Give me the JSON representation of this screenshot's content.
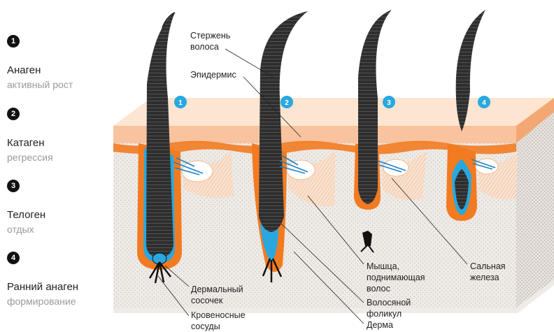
{
  "stages": [
    {
      "num": "1",
      "name": "Анаген",
      "desc": "активный рост",
      "marker_color": "#29a8e0"
    },
    {
      "num": "2",
      "name": "Катаген",
      "desc": "регрессия",
      "marker_color": "#29a8e0"
    },
    {
      "num": "3",
      "name": "Телоген",
      "desc": "отдых",
      "marker_color": "#29a8e0"
    },
    {
      "num": "4",
      "name": "Ранний анаген",
      "desc": "формирование",
      "marker_color": "#29a8e0"
    }
  ],
  "labels": {
    "shaft_1": "Стержень",
    "shaft_2": "волоса",
    "epidermis": "Эпидермис",
    "papilla_1": "Дермальный",
    "papilla_2": "сосочек",
    "vessels_1": "Кровеносные",
    "vessels_2": "сосуды",
    "muscle_1": "Мышца,",
    "muscle_2": "поднимающая",
    "muscle_3": "волос",
    "follicle_1": "Волосяной",
    "follicle_2": "фоликул",
    "dermis": "Дерма",
    "gland_1": "Сальная",
    "gland_2": "железа"
  },
  "colors": {
    "epidermis_top": "#fce3cf",
    "epidermis_front": "#f8b88d",
    "follicle": "#f27b21",
    "dermis": "#ece7e2",
    "hair": "#2a2a2a",
    "accent_blue": "#29a8e0"
  }
}
